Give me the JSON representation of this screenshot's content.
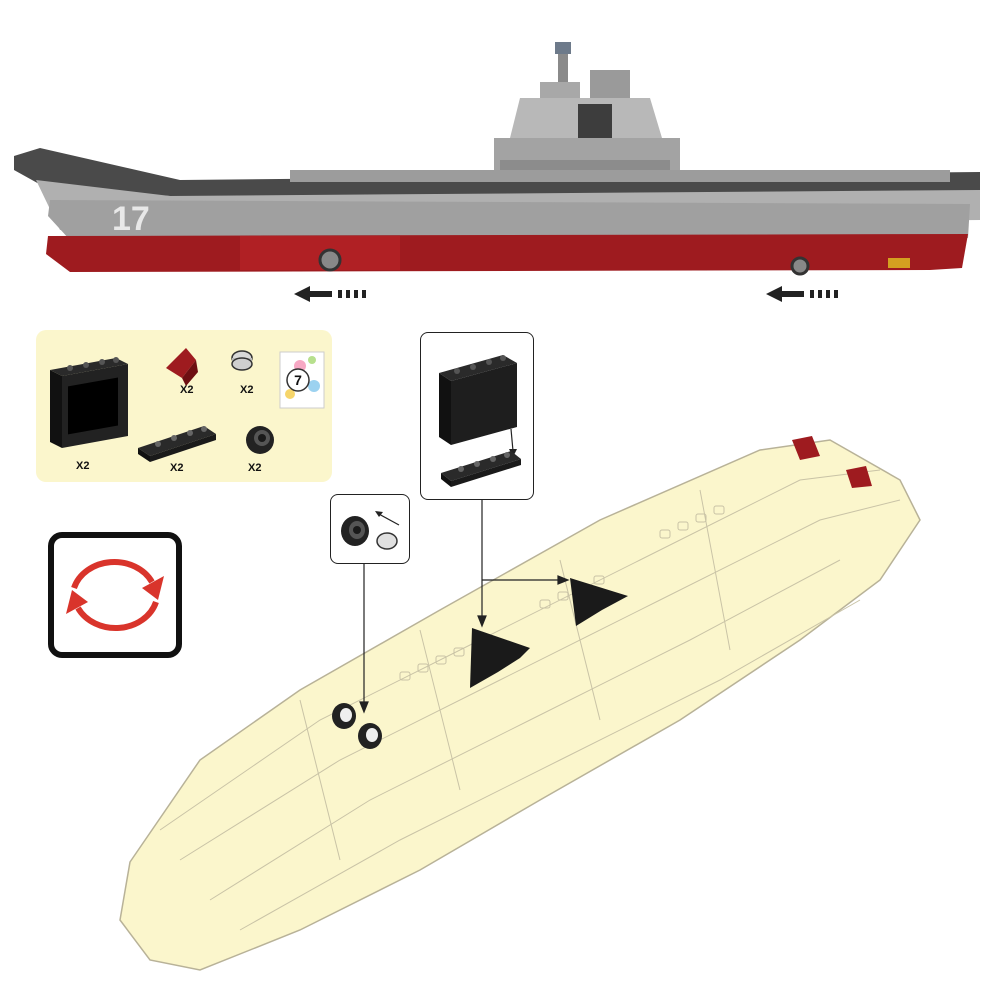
{
  "ship": {
    "hull_number": "17",
    "colors": {
      "hull_red": "#9e1b1f",
      "deck_gray": "#9a9a9a",
      "dark_gray": "#4a4a4a"
    }
  },
  "parts": {
    "items": [
      {
        "name": "black-panel",
        "qty": "X2"
      },
      {
        "name": "red-slope",
        "qty": "X2"
      },
      {
        "name": "gray-round-tile",
        "qty": "X2"
      },
      {
        "name": "sticker-7",
        "label": "7"
      },
      {
        "name": "black-plate-1x4",
        "qty": "X2"
      },
      {
        "name": "black-tire",
        "qty": "X2"
      }
    ]
  },
  "instruction": {
    "model_color": "#fbf6cc",
    "rotate_icon": "rotate-model-icon",
    "arrow_color": "#d9342b"
  }
}
